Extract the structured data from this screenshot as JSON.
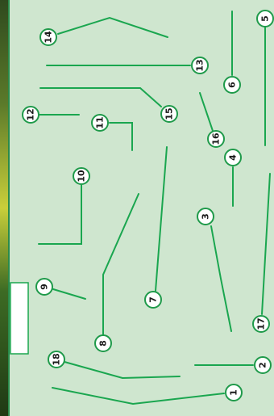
{
  "callouts": [
    {
      "number": "1"
    },
    {
      "number": "2"
    },
    {
      "number": "3"
    },
    {
      "number": "4"
    },
    {
      "number": "5"
    },
    {
      "number": "6"
    },
    {
      "number": "7"
    },
    {
      "number": "8"
    },
    {
      "number": "9"
    },
    {
      "number": "10"
    },
    {
      "number": "11"
    },
    {
      "number": "12"
    },
    {
      "number": "13"
    },
    {
      "number": "14"
    },
    {
      "number": "15"
    },
    {
      "number": "16"
    },
    {
      "number": "17"
    },
    {
      "number": "18"
    }
  ],
  "colors": {
    "panel_background": "#cfe6cf",
    "leader_line": "#1aa64f",
    "badge_fill": "#ffffff"
  }
}
